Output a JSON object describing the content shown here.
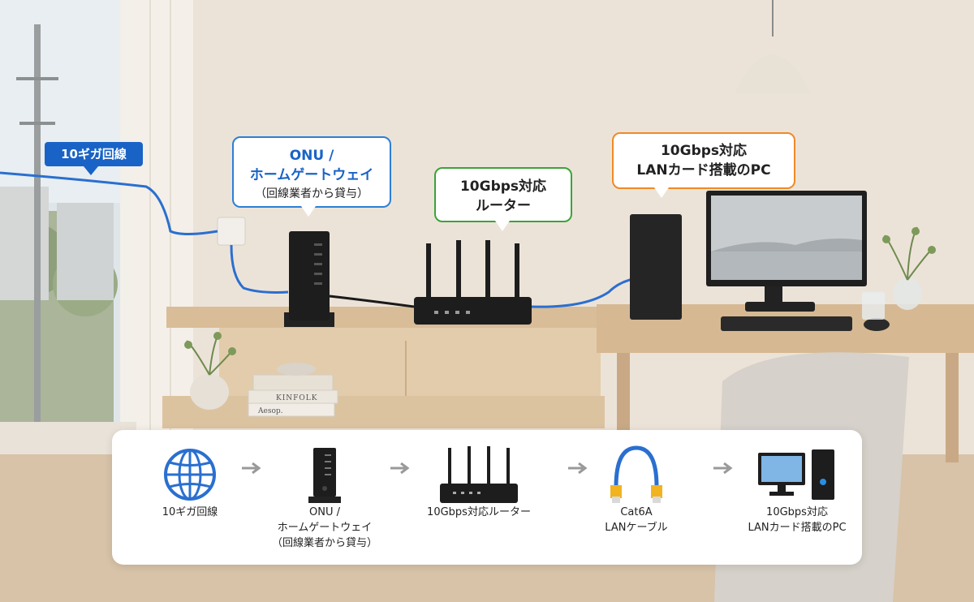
{
  "callouts": {
    "line": "10ギガ回線",
    "onu_l1": "ONU /",
    "onu_l2": "ホームゲートウェイ",
    "onu_l3": "（回線業者から貸与）",
    "router_l1": "10Gbps対応",
    "router_l2": "ルーター",
    "pc_l1": "10Gbps対応",
    "pc_l2": "LANカード搭載のPC"
  },
  "decor": {
    "book1": "KINFOLK",
    "book2": "Aesop."
  },
  "flow": {
    "steps": [
      {
        "l1": "10ギガ回線",
        "l2": "",
        "l3": ""
      },
      {
        "l1": "ONU /",
        "l2": "ホームゲートウェイ",
        "l3": "（回線業者から貸与）"
      },
      {
        "l1": "10Gbps対応ルーター",
        "l2": "",
        "l3": ""
      },
      {
        "l1": "Cat6A",
        "l2": "LANケーブル",
        "l3": ""
      },
      {
        "l1": "10Gbps対応",
        "l2": "LANカード搭載のPC",
        "l3": ""
      }
    ]
  },
  "colors": {
    "blue": "#1a63c6",
    "green": "#3aa43a",
    "orange": "#ef8a26",
    "cable": "#2a6fd0"
  },
  "icons": [
    "globe-icon",
    "onu-icon",
    "router-icon",
    "lan-cable-icon",
    "pc-icon",
    "arrow-right-icon"
  ]
}
